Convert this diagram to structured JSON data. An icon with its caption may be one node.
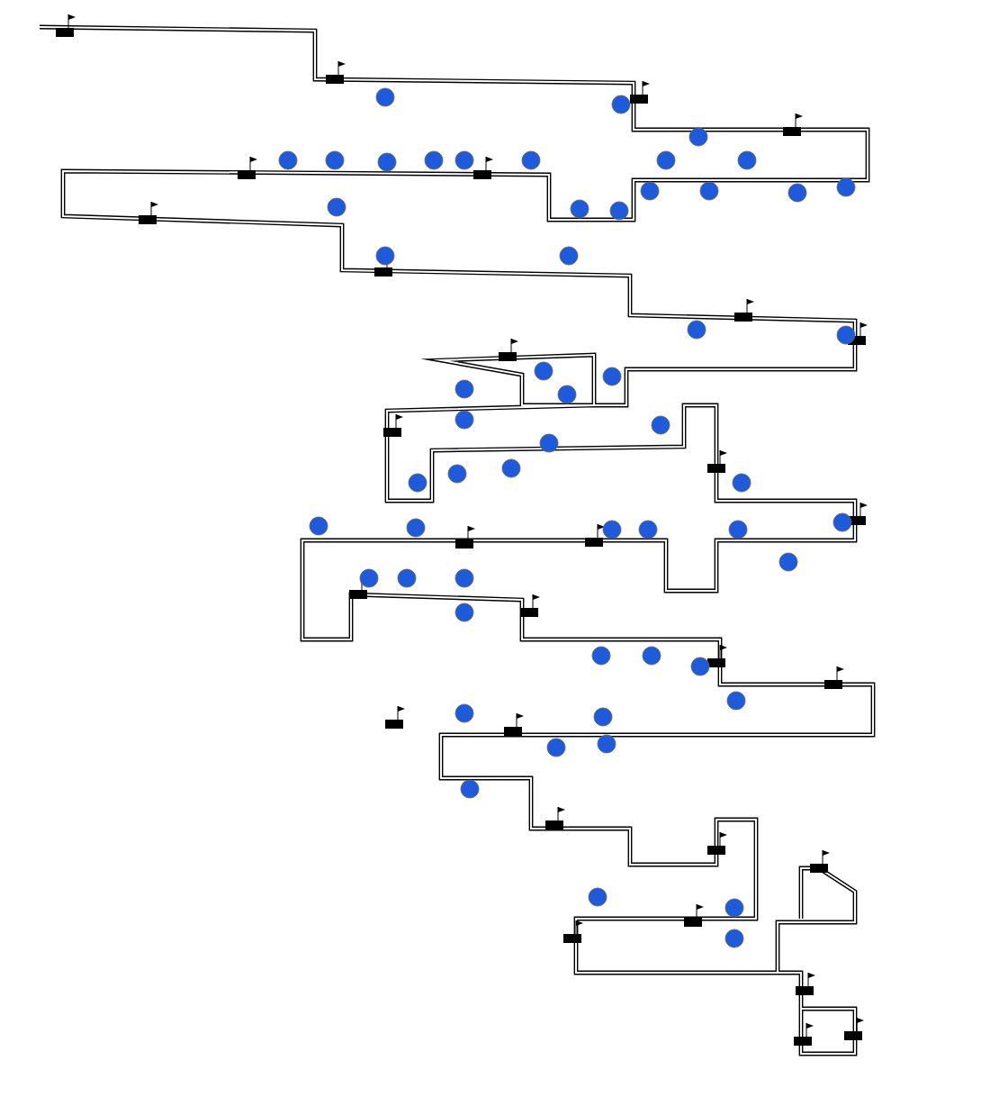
{
  "diagram": {
    "nodes": [
      {
        "text": [],
        "shape": "circle"
      },
      {
        "text": [],
        "shape": "circle"
      },
      {
        "text": [],
        "shape": "circle"
      },
      {
        "text": [],
        "shape": "circle"
      },
      {
        "text": [],
        "shape": "circle"
      },
      {
        "text": [],
        "shape": "circle"
      },
      {
        "text": [],
        "shape": "circle"
      },
      {
        "text": [],
        "shape": "circle"
      },
      {
        "text": [],
        "shape": "circle"
      },
      {
        "text": [],
        "shape": "circle"
      },
      {
        "text": [],
        "shape": "circle"
      },
      {
        "text": [],
        "shape": "circle"
      },
      {
        "text": [],
        "shape": "circle"
      },
      {
        "text": [],
        "shape": "circle"
      },
      {
        "text": [],
        "shape": "circle"
      },
      {
        "text": [],
        "shape": "circle"
      },
      {
        "text": [],
        "shape": "circle"
      },
      {
        "text": [],
        "shape": "circle"
      },
      {
        "text": [],
        "shape": "circle"
      },
      {
        "text": [],
        "shape": "circle"
      },
      {
        "text": [],
        "shape": "circle"
      },
      {
        "text": [],
        "shape": "circle"
      },
      {
        "text": [],
        "shape": "circle"
      },
      {
        "text": [],
        "shape": "circle"
      },
      {
        "text": [],
        "shape": "circle"
      },
      {
        "text": [],
        "shape": "circle"
      },
      {
        "text": [],
        "shape": "circle"
      },
      {
        "text": [],
        "shape": "circle"
      },
      {
        "text": [],
        "shape": "circle"
      },
      {
        "text": [],
        "shape": "circle"
      },
      {
        "text": [],
        "shape": "circle"
      },
      {
        "text": [],
        "shape": "circle"
      },
      {
        "text": [],
        "shape": "circle"
      },
      {
        "text": [],
        "shape": "circle"
      },
      {
        "text": [],
        "shape": "circle"
      },
      {
        "text": [],
        "shape": "circle"
      },
      {
        "text": [],
        "shape": "circle"
      },
      {
        "text": [],
        "shape": "circle"
      },
      {
        "text": [],
        "shape": "circle"
      },
      {
        "text": [],
        "shape": "circle"
      },
      {
        "text": [],
        "shape": "circle"
      },
      {
        "text": [],
        "shape": "circle"
      },
      {
        "text": [],
        "shape": "circle"
      },
      {
        "text": [],
        "shape": "circle"
      },
      {
        "text": [],
        "shape": "circle"
      },
      {
        "text": [],
        "shape": "circle"
      },
      {
        "text": [],
        "shape": "circle"
      },
      {
        "text": [],
        "shape": "circle"
      },
      {
        "text": [],
        "shape": "circle"
      },
      {
        "text": [],
        "shape": "circle"
      },
      {
        "text": [],
        "shape": "circle"
      },
      {
        "text": [],
        "shape": "circle"
      },
      {
        "text": [],
        "shape": "circle"
      },
      {
        "text": [],
        "shape": "circle"
      },
      {
        "text": [],
        "shape": "circle"
      },
      {
        "text": [],
        "shape": "circle"
      }
    ]
  }
}
